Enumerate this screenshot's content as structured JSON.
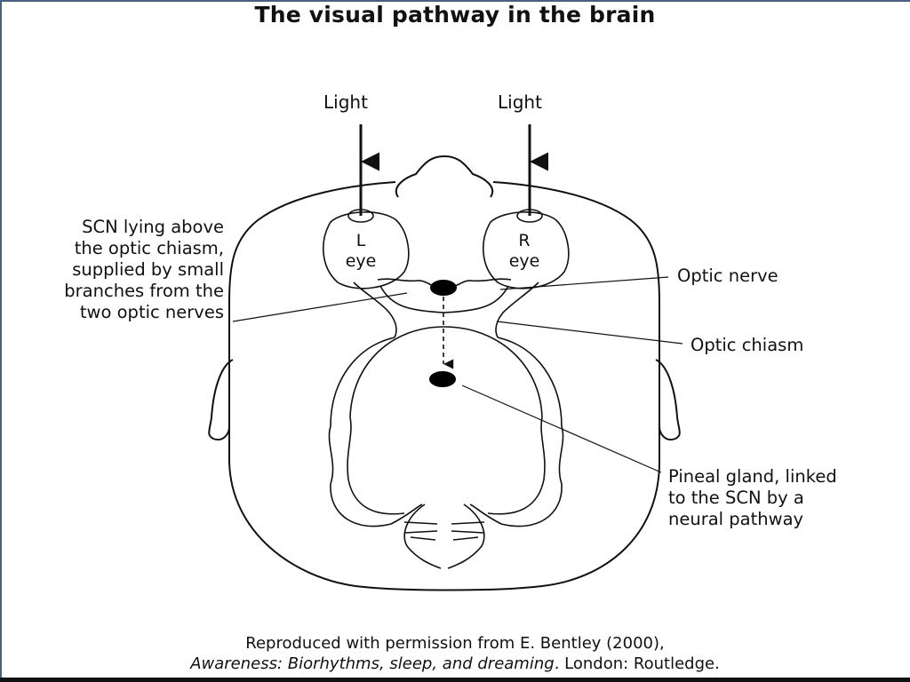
{
  "title": "The visual pathway in the brain",
  "light_labels": [
    "Light",
    "Light"
  ],
  "eyes": {
    "left": {
      "letter": "L",
      "word": "eye"
    },
    "right": {
      "letter": "R",
      "word": "eye"
    }
  },
  "labels": {
    "scn": [
      "SCN lying above",
      "the optic chiasm,",
      "supplied by small",
      "branches from the",
      "two optic nerves"
    ],
    "optic_nerve": "Optic nerve",
    "optic_chiasm": "Optic chiasm",
    "pineal": [
      "Pineal gland, linked",
      "to the SCN by a",
      "neural pathway"
    ]
  },
  "caption": {
    "line1": "Reproduced with permission from E. Bentley (2000),",
    "line2_italic": "Awareness: Biorhythms, sleep, and dreaming",
    "line2_rest": ". London: Routledge."
  }
}
